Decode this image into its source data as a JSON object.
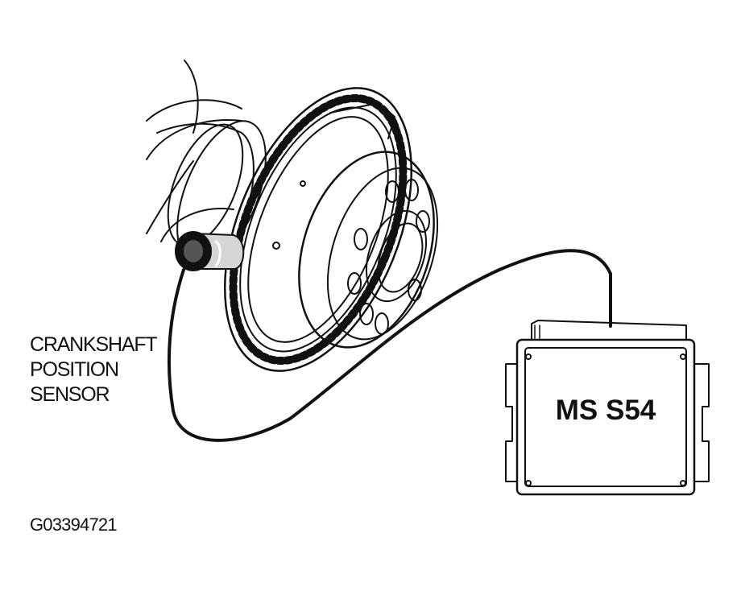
{
  "labels": {
    "sensor_line1": "CRANKSHAFT",
    "sensor_line2": "POSITION",
    "sensor_line3": "SENSOR",
    "ecu": "MS S54",
    "figure_id": "G03394721"
  },
  "colors": {
    "line": "#111111",
    "background": "#ffffff",
    "shade": "#bdbdbd"
  }
}
